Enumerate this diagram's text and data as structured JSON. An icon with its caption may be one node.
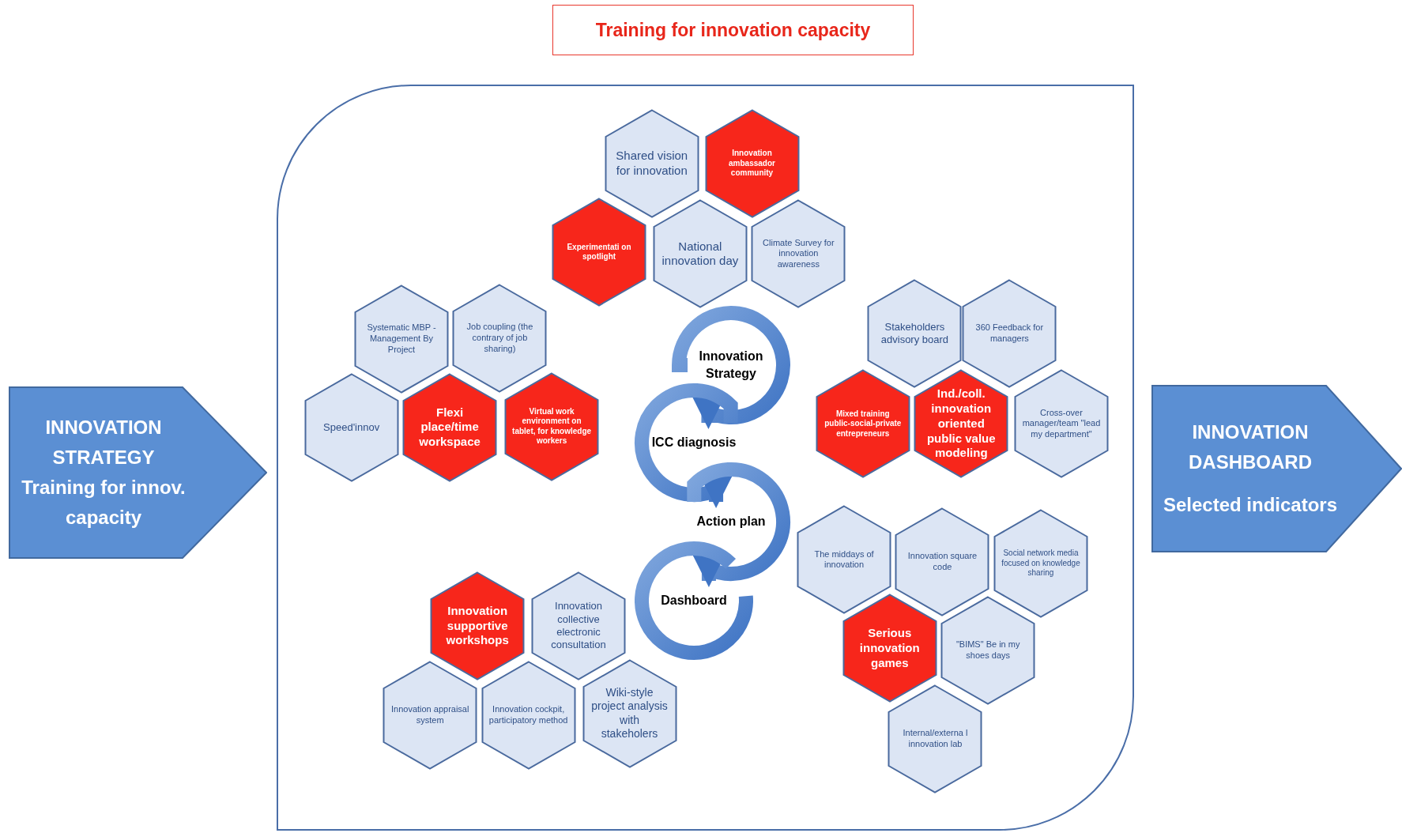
{
  "diagram": {
    "nodes": [
      {
        "text": [
          "Training for innovation capacity"
        ]
      },
      {
        "text": [
          "INNOVATION STRATEGY",
          "Training for innov. capacity"
        ]
      },
      {
        "text": [],
        "shape": "box"
      },
      {
        "text": [
          "Shared vision for innovation"
        ],
        "in": 2
      },
      {
        "text": [
          "Innovation ambassador community"
        ],
        "in": 2
      },
      {
        "text": [
          "Experimentati on spotlight"
        ],
        "in": 2
      },
      {
        "text": [
          "National innovation day"
        ],
        "in": 2
      },
      {
        "text": [
          "Climate Survey for innovation awareness"
        ],
        "in": 2
      },
      {
        "text": [
          "Systematic MBP - Management By Project"
        ],
        "in": 2
      },
      {
        "text": [
          "Job coupling (the contrary of job sharing)"
        ],
        "in": 2
      },
      {
        "text": [
          "Speed'innov"
        ],
        "in": 2
      },
      {
        "text": [
          "Flexi place/time workspace"
        ],
        "in": 2
      },
      {
        "text": [
          "Virtual work environment on tablet, for knowledge workers"
        ],
        "in": 2
      },
      {
        "text": [
          "Stakeholders advisory board"
        ],
        "in": 2
      },
      {
        "text": [
          "360 Feedback for managers"
        ],
        "in": 2
      },
      {
        "text": [
          "Mixed training public-social-private entrepreneurs"
        ],
        "in": 2
      },
      {
        "text": [
          "Ind./coll. innovation oriented public value modeling"
        ],
        "in": 2
      },
      {
        "text": [
          "Cross-over manager/team \"lead my department\""
        ],
        "in": 2
      },
      {
        "text": [
          "Innovation Strategy"
        ],
        "in": 2
      },
      {
        "text": [
          "ICC diagnosis"
        ],
        "in": 2
      },
      {
        "text": [
          "Action plan"
        ],
        "in": 2
      },
      {
        "text": [
          "Dashboard"
        ],
        "in": 2
      },
      {
        "text": [
          "Innovation supportive workshops"
        ],
        "in": 2
      },
      {
        "text": [
          "Innovation collective electronic consultation"
        ],
        "in": 2
      },
      {
        "text": [
          "Innovation appraisal system"
        ],
        "in": 2
      },
      {
        "text": [
          "Innovation cockpit, participatory method"
        ],
        "in": 2
      },
      {
        "text": [
          "Wiki-style project analysis with stakeholers"
        ],
        "in": 2
      },
      {
        "text": [
          "The middays of innovation"
        ],
        "in": 2
      },
      {
        "text": [
          "Innovation square code"
        ],
        "in": 2
      },
      {
        "text": [
          "Social network media focused on knowledge sharing"
        ],
        "in": 2
      },
      {
        "text": [
          "Serious innovation games"
        ],
        "in": 2
      },
      {
        "text": [
          "\"BIMS\" Be in my shoes days"
        ],
        "in": 2
      },
      {
        "text": [
          "Internal/externa l innovation lab"
        ],
        "in": 2
      },
      {
        "text": [
          "INNOVATION DASHBOARD",
          "Selected indicators"
        ]
      }
    ],
    "edges": [
      {
        "from": 18,
        "to": 19,
        "arrow": "to",
        "style": "thick"
      },
      {
        "from": 19,
        "to": 20,
        "arrow": "to",
        "style": "thick"
      },
      {
        "from": 20,
        "to": 21,
        "arrow": "to",
        "style": "thick"
      }
    ]
  }
}
